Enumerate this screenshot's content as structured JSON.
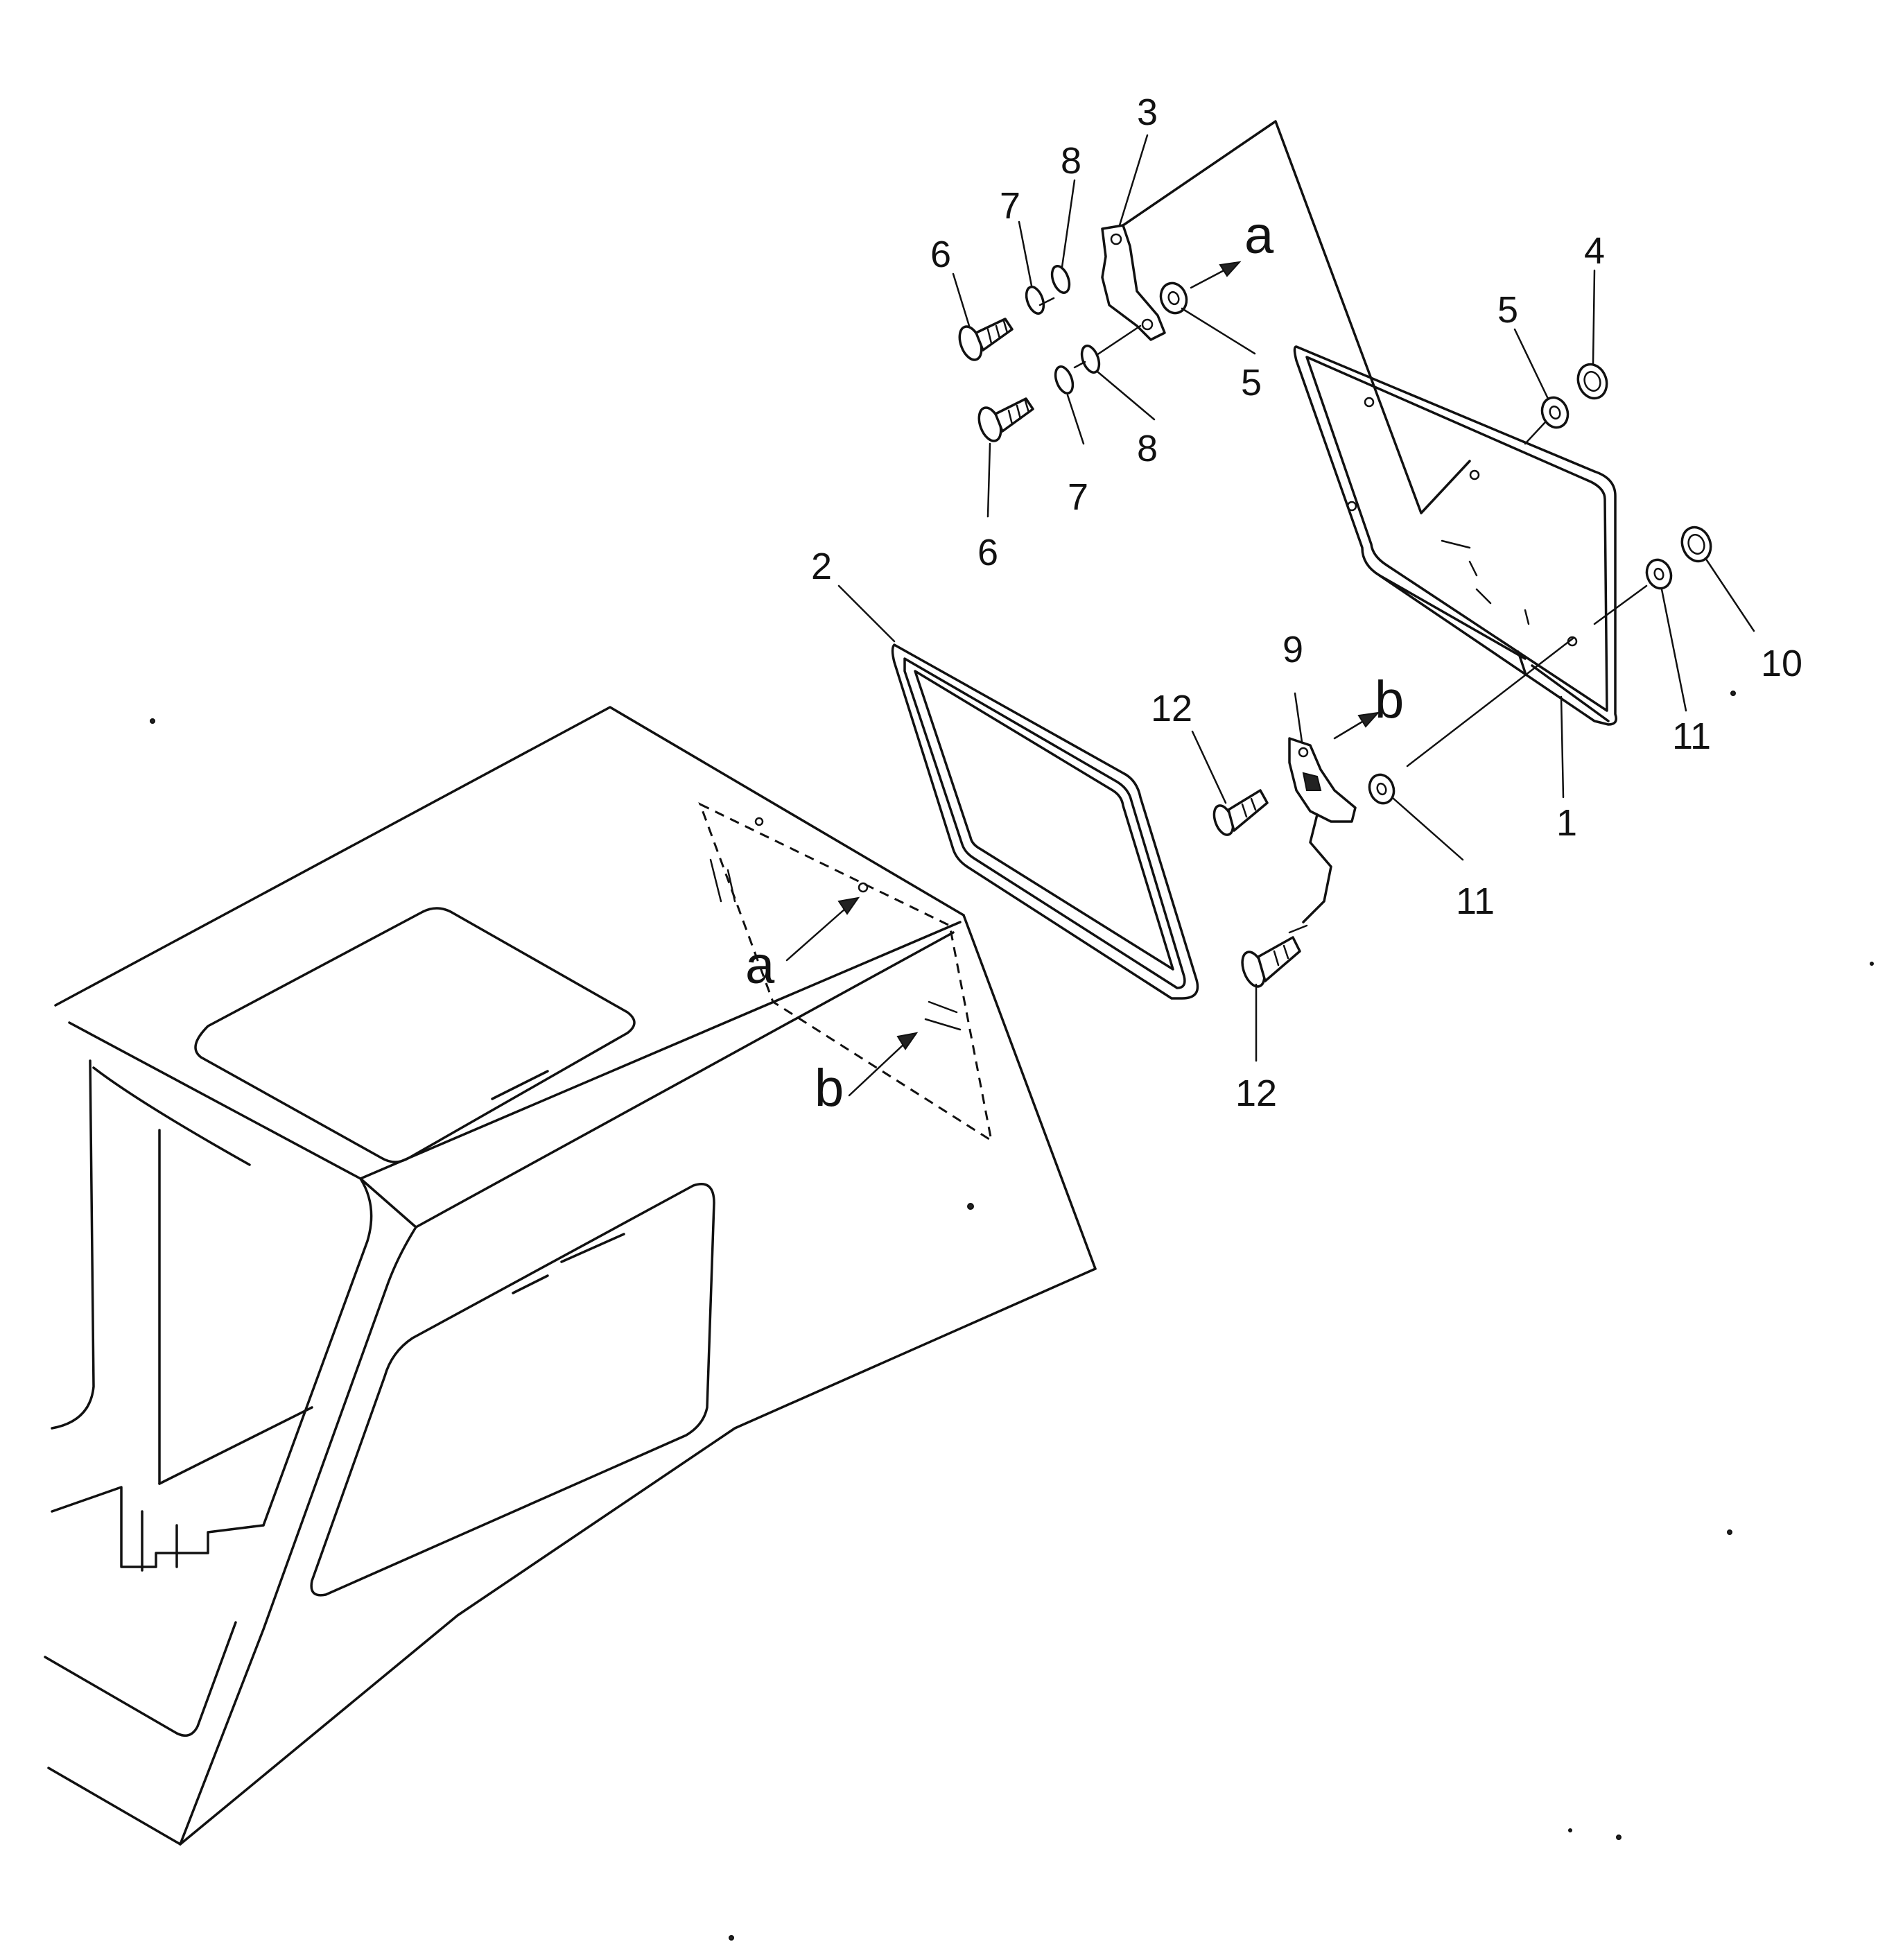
{
  "callouts": {
    "p1": "1",
    "p2": "2",
    "p3": "3",
    "p4": "4",
    "p5": "5",
    "p6": "6",
    "p7": "7",
    "p8": "8",
    "p9": "9",
    "p10": "10",
    "p11": "11",
    "p12": "12"
  },
  "detail_refs": {
    "a": "a",
    "b": "b"
  }
}
